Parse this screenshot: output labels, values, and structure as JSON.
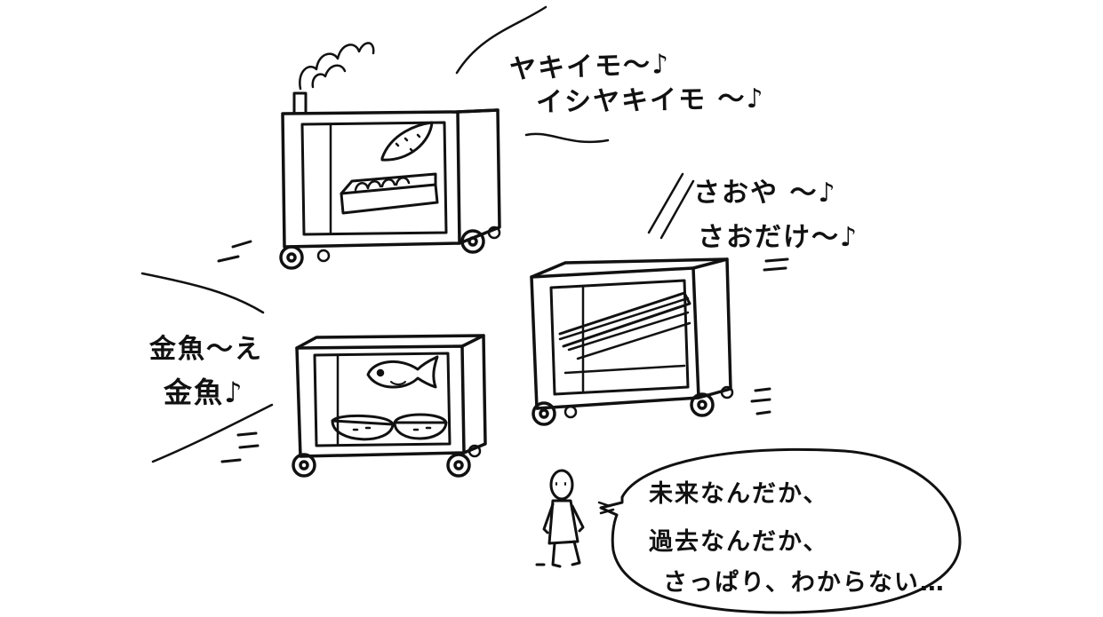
{
  "calls": {
    "yakiimo_line1": "ヤキイモ〜♪",
    "yakiimo_line2": "イシヤキイモ 〜♪",
    "saoya_line1": "さおや 〜♪",
    "saoya_line2": "さおだけ〜♪",
    "kingyo_line1": "金魚〜え",
    "kingyo_line2": "金魚♪"
  },
  "speech": {
    "line1": "未来なんだか、",
    "line2": "過去なんだか、",
    "line3": "さっぱり、わからない…"
  },
  "colors": {
    "ink": "#111111",
    "paper": "#ffffff"
  }
}
